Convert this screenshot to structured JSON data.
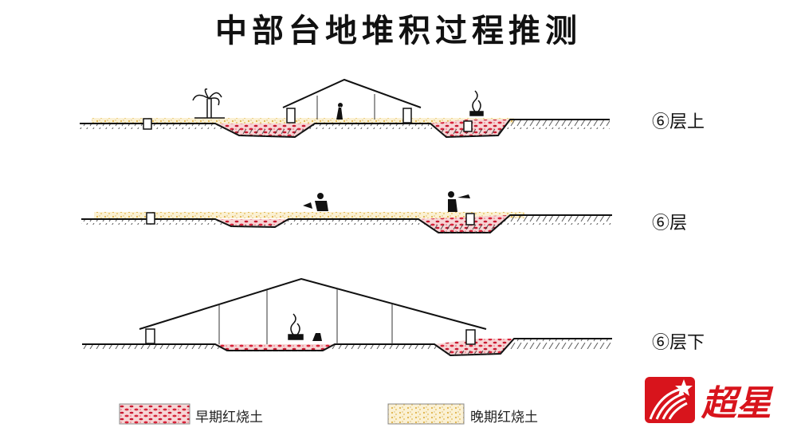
{
  "title": "中部台地堆积过程推测",
  "layers": [
    {
      "label": "⑥层上"
    },
    {
      "label": "⑥层"
    },
    {
      "label": "⑥层下"
    }
  ],
  "legend": [
    {
      "label": "早期红烧土",
      "color": "#d8233a"
    },
    {
      "label": "晚期红烧土",
      "color": "#e8c46a"
    }
  ],
  "logo": {
    "text": "超星",
    "color": "#d8141c"
  }
}
